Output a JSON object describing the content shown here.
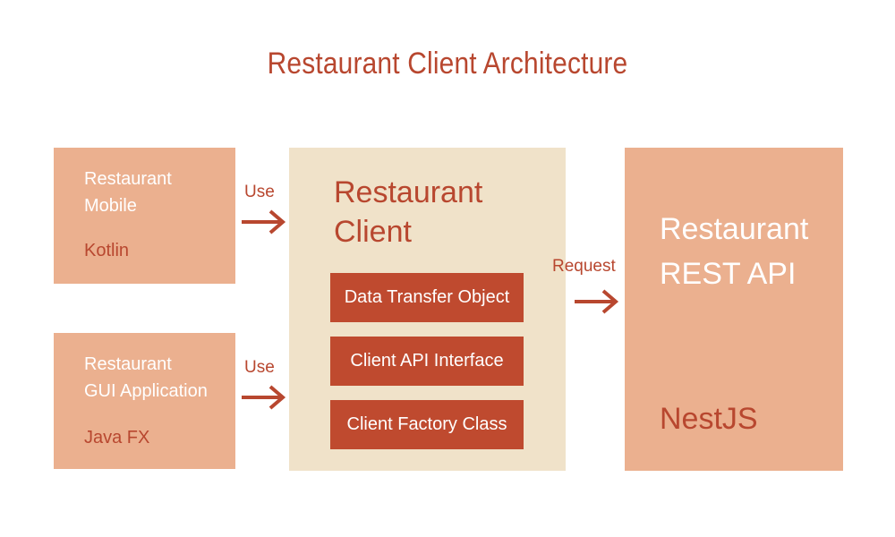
{
  "diagram": {
    "title": "Restaurant Client Architecture",
    "consumers": [
      {
        "name": "Restaurant\nMobile",
        "tech": "Kotlin"
      },
      {
        "name": "Restaurant\nGUI Application",
        "tech": "Java FX"
      }
    ],
    "edge_labels": {
      "use_top": "Use",
      "use_bottom": "Use",
      "request": "Request"
    },
    "client": {
      "title": "Restaurant\nClient",
      "components": [
        "Data Transfer Object",
        "Client API  Interface",
        "Client Factory  Class"
      ]
    },
    "server": {
      "title": "Restaurant\nREST API",
      "tech": "NestJS"
    }
  },
  "colors": {
    "accent": "#b8472f",
    "light_box": "#ebb08f",
    "core_box": "#f0e2c9",
    "component": "#bf4a2f"
  }
}
